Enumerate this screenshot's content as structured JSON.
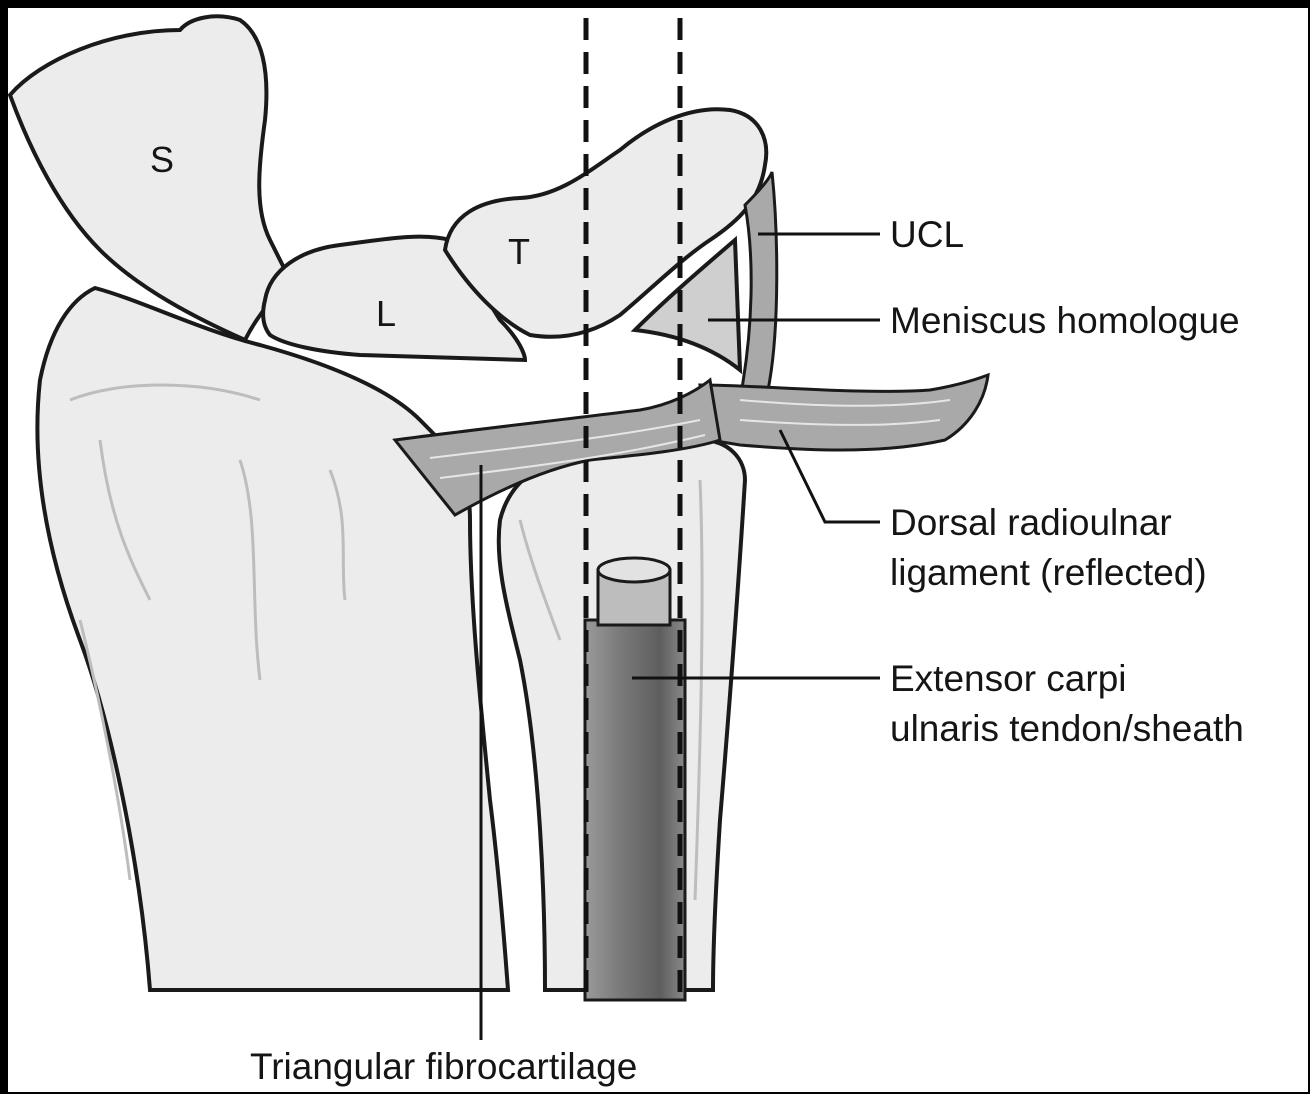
{
  "colors": {
    "background": "#000000",
    "panel": "#ffffff",
    "bone_fill": "#ececec",
    "bone_outline": "#1a1a1a",
    "bone_detail": "#bdbdbd",
    "ligament": "#a9a9a9",
    "tendon": "#6e6e6e",
    "meniscus": "#cfcfcf"
  },
  "labels": {
    "scaphoid": "S",
    "lunate": "L",
    "triquetrum": "T",
    "ucl": "UCL",
    "meniscus": "Meniscus homologue",
    "dorsal_line1": "Dorsal radioulnar",
    "dorsal_line2": "ligament (reflected)",
    "ecu_line1": "Extensor carpi",
    "ecu_line2": "ulnaris tendon/sheath",
    "tfc": "Triangular fibrocartilage"
  }
}
